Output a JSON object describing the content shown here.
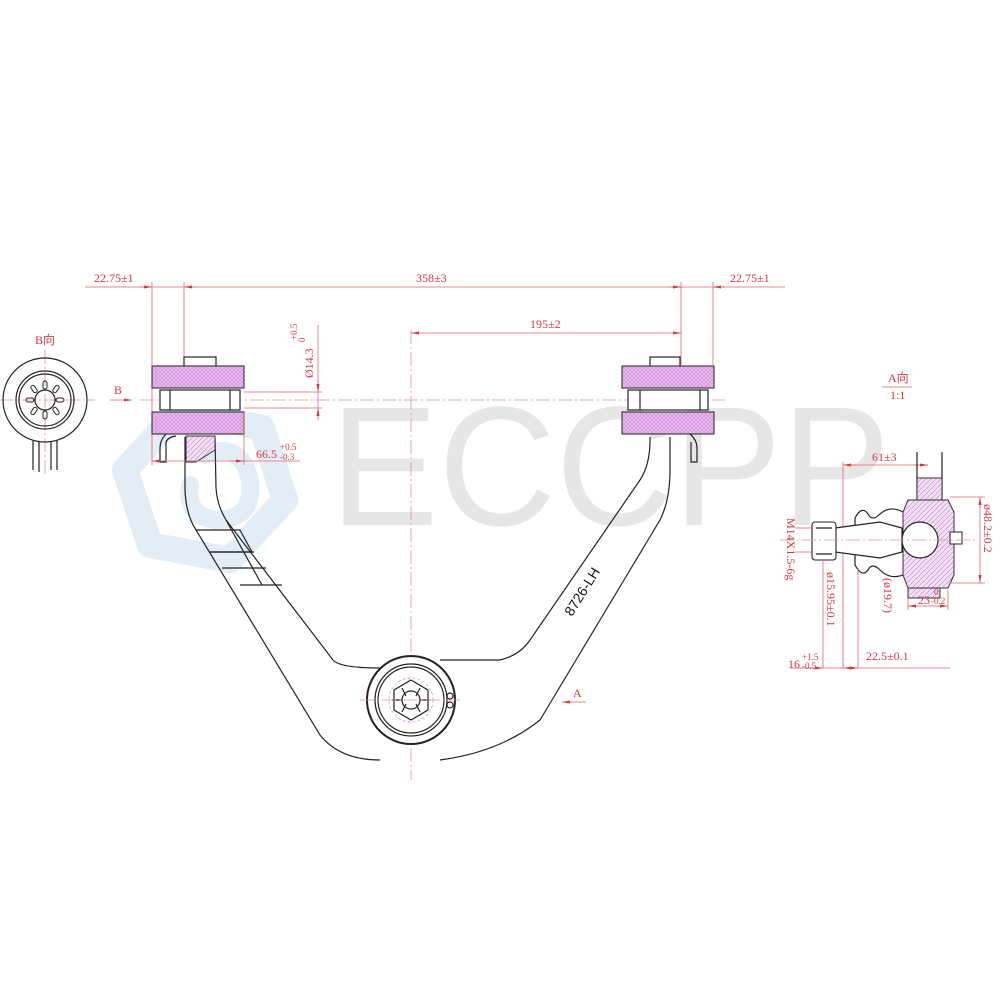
{
  "watermark": {
    "text": "ECCPP",
    "color": "#e6e6e6",
    "logo_color": "#e3edf6"
  },
  "part_number": "8726-LH",
  "colors": {
    "dimension": "#d9363e",
    "outline": "#222222",
    "rubber_fill": "#e9b8ef",
    "background": "#ffffff"
  },
  "main_view": {
    "dimensions": {
      "left_bushing_width": "22.75±1",
      "overall_length": "358±3",
      "right_bushing_width": "22.75±1",
      "center_offset": "195±2",
      "bore_diameter": "Ø14.3",
      "bore_tol_upper": "+0.5",
      "bore_tol_lower": "0",
      "bushing_length": "66.5",
      "bushing_tol_upper": "+0.5",
      "bushing_tol_lower": "-0.3"
    },
    "arrow_b_label": "B",
    "arrow_a_label": "A"
  },
  "view_b": {
    "title": "B向"
  },
  "view_a": {
    "title": "A向",
    "scale": "1:1",
    "dimensions": {
      "offset": "61±3",
      "thread": "M14X1.5-6g",
      "stud_diameter": "ø15.95±0.1",
      "boot_diameter": "(ø19.7)",
      "housing_diameter": "ø48.2±0.2",
      "housing_height": "23",
      "housing_tol_upper": "0",
      "housing_tol_lower": "-0.2",
      "stud_length": "22.5±0.1",
      "thread_length": "16",
      "thread_tol_upper": "+1.5",
      "thread_tol_lower": "-0.5"
    }
  }
}
